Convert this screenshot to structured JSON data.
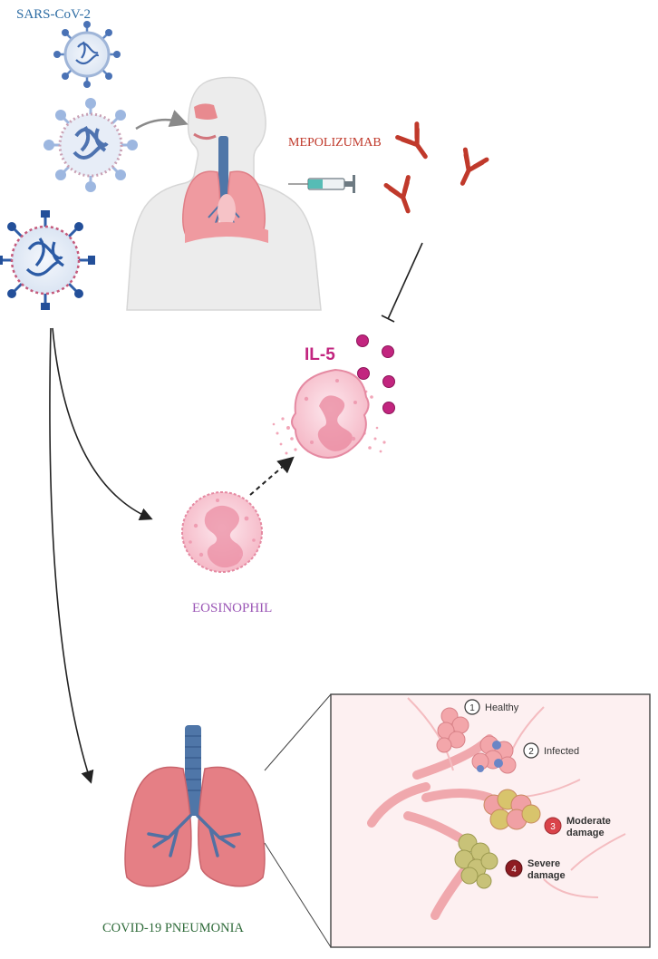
{
  "labels": {
    "virus": "SARS-CoV-2",
    "drug": "MEPOLIZUMAB",
    "cytokine": "IL-5",
    "cell": "EOSINOPHIL",
    "disease": "COVID-19 PNEUMONIA"
  },
  "stages": [
    {
      "number": "1",
      "label": "Healthy"
    },
    {
      "number": "2",
      "label": "Infected"
    },
    {
      "number": "3",
      "label_line1": "Moderate",
      "label_line2": "damage"
    },
    {
      "number": "4",
      "label_line1": "Severe",
      "label_line2": "damage"
    }
  ],
  "colors": {
    "virus_blue": "#2f63a6",
    "virus_label": "#2e6da4",
    "drug_red": "#c0392b",
    "cytokine_magenta": "#c2257f",
    "eosinophil_label": "#9a55b5",
    "pneumonia_label": "#2f6b3a",
    "lung_pink": "#e57f85",
    "airway_blue": "#4f76a8"
  }
}
